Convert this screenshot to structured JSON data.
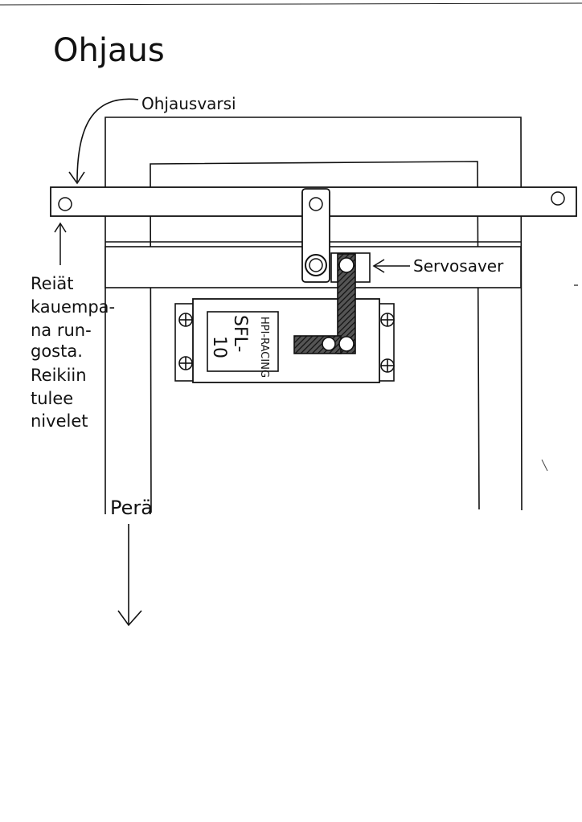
{
  "title": "Ohjaus",
  "labels": {
    "steering_arm": "Ohjausvarsi",
    "servo_saver": "Servosaver",
    "rear": "Perä"
  },
  "note_lines": [
    "Reiät",
    "kauempa-",
    "na run-",
    "gosta.",
    "Reikiin",
    "tulee",
    "nivelet"
  ],
  "servo_label": {
    "brand": "HPI-RACING",
    "model_line1": "SFL-",
    "model_line2": "10"
  },
  "colors": {
    "ink": "#111111",
    "paper": "#ffffff",
    "hatch": "#333333"
  }
}
